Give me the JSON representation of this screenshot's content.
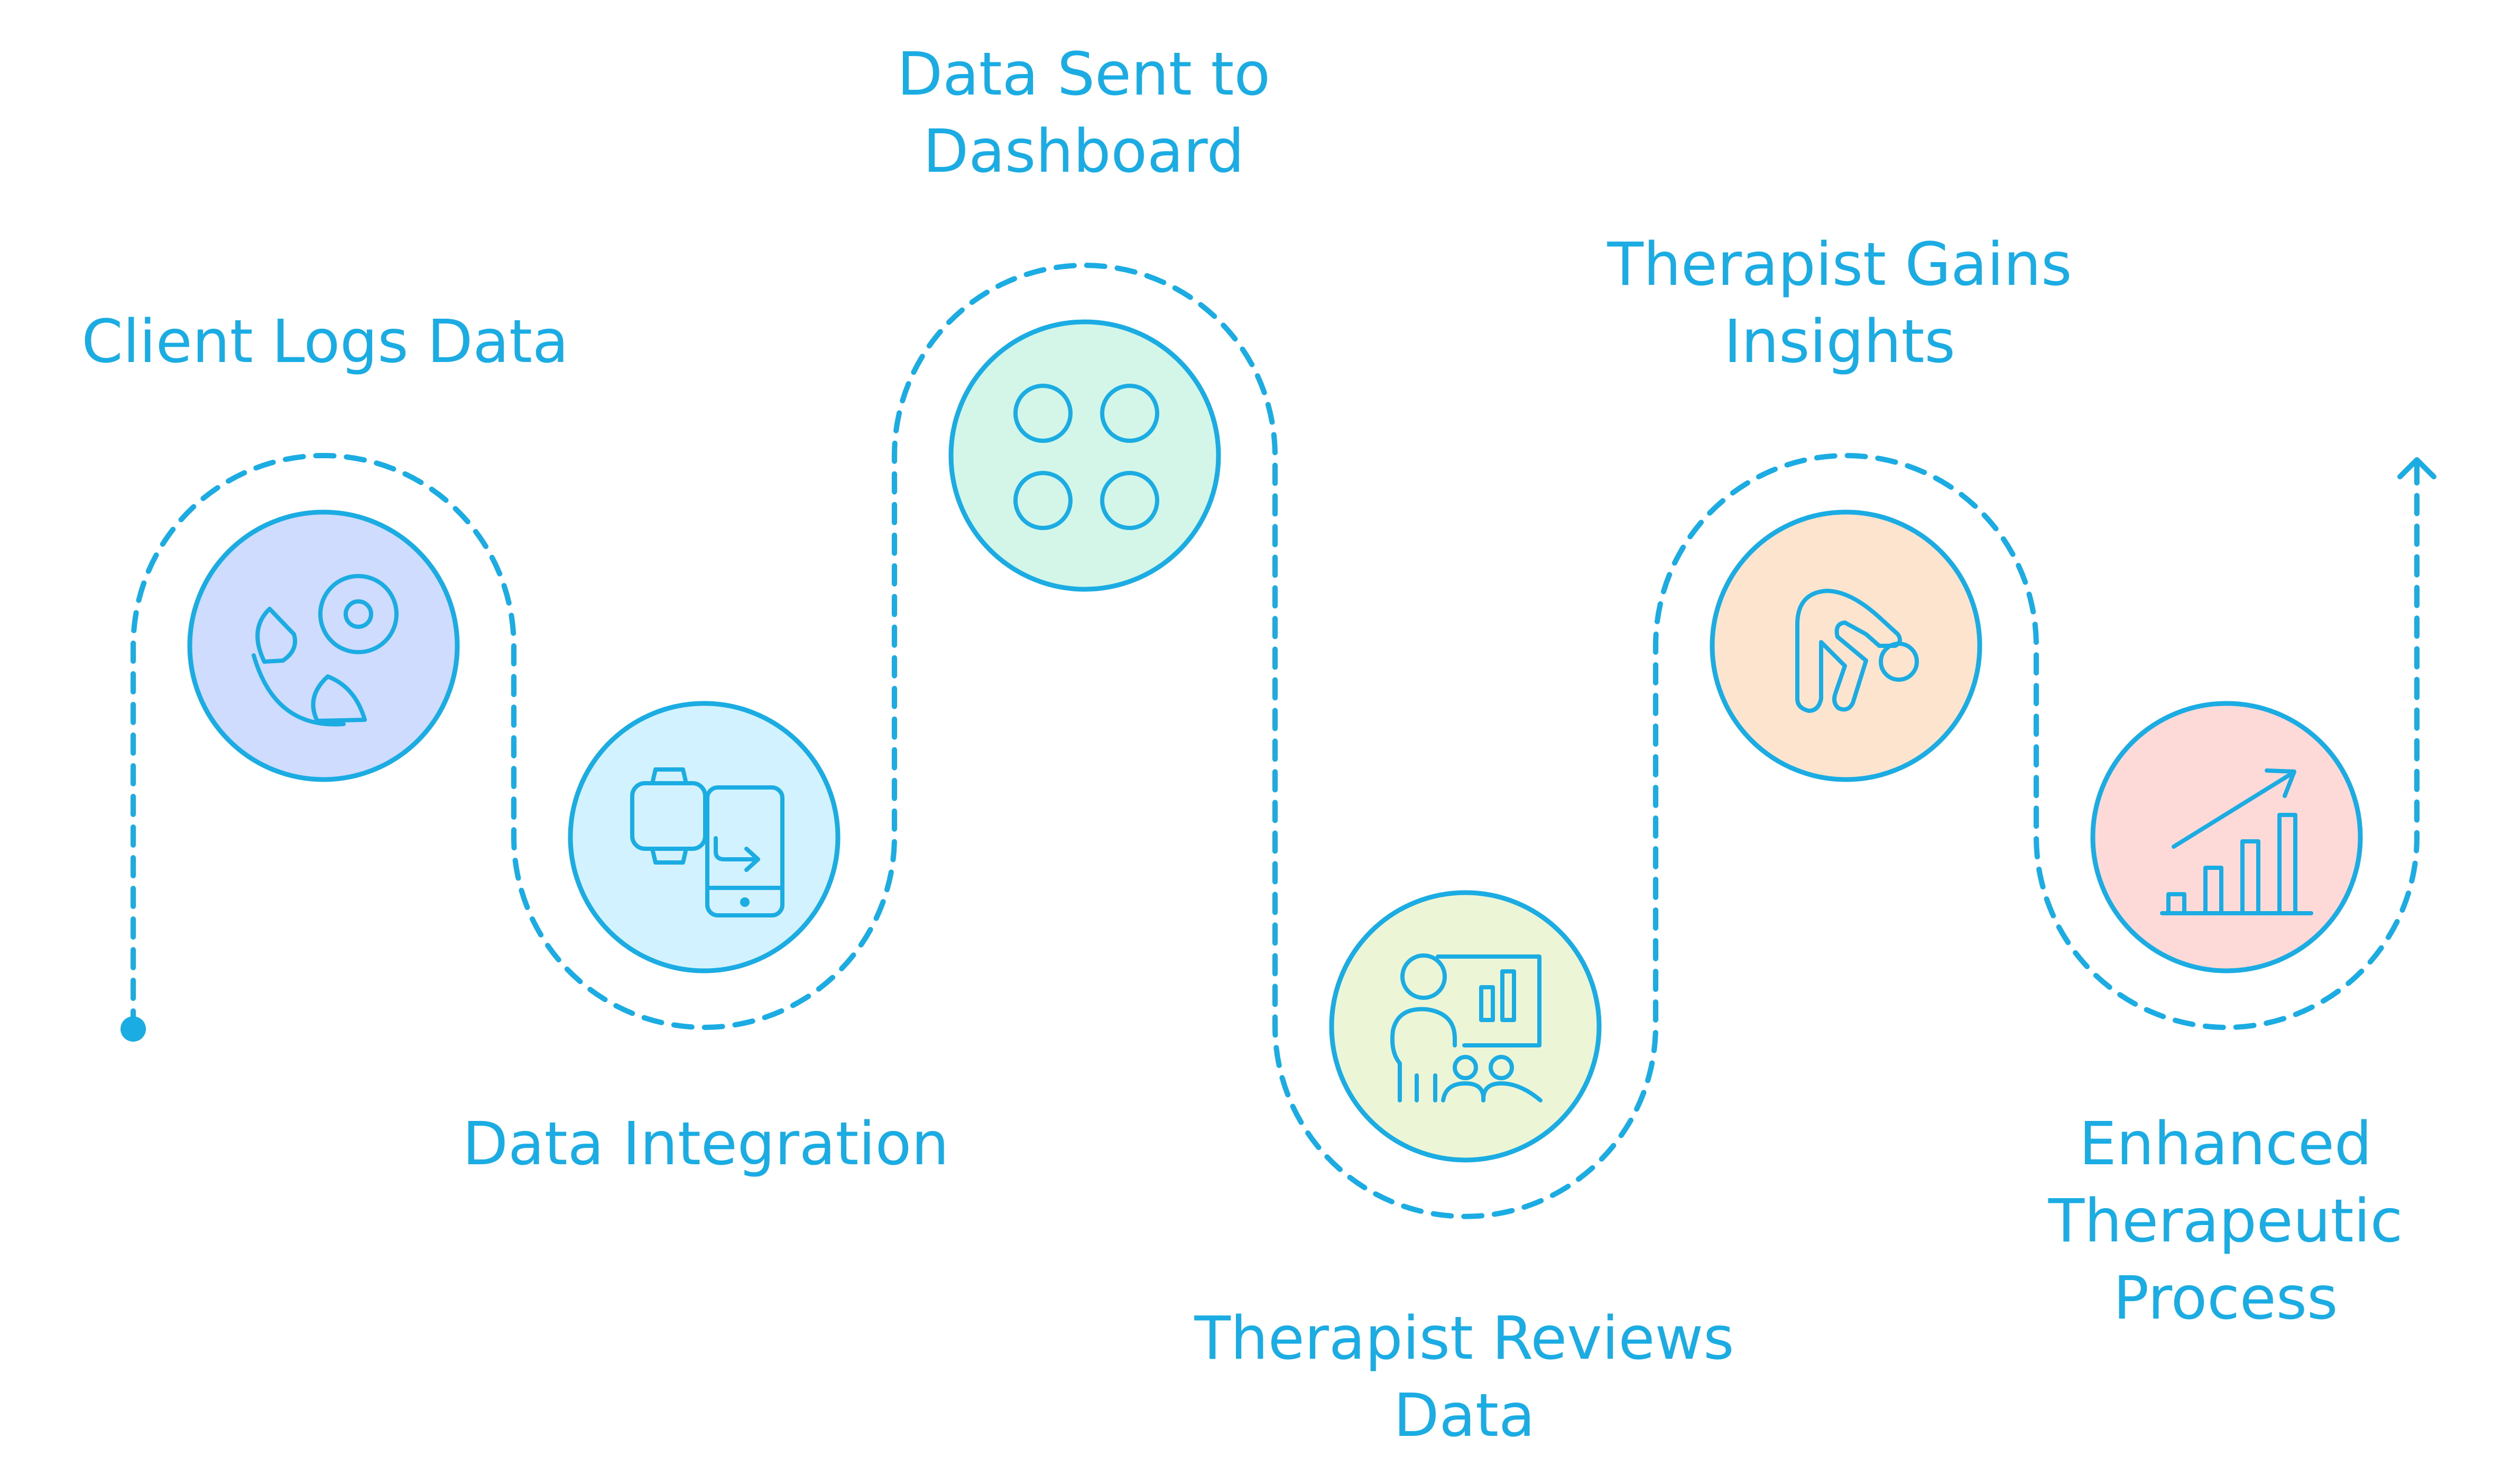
{
  "steps": [
    {
      "label_lines": [
        "Client Logs Data"
      ],
      "icon": "pie-chart-icon",
      "fill": "#cfdcfd"
    },
    {
      "label_lines": [
        "Data Integration"
      ],
      "icon": "smartwatch-to-phone-icon",
      "fill": "#d1f2fe"
    },
    {
      "label_lines": [
        "Data Sent to",
        "Dashboard"
      ],
      "icon": "dashboard-grid-icon",
      "fill": "#d4f6e9"
    },
    {
      "label_lines": [
        "Therapist Reviews",
        "Data"
      ],
      "icon": "presentation-icon",
      "fill": "#ecf6d7"
    },
    {
      "label_lines": [
        "Therapist Gains",
        "Insights"
      ],
      "icon": "stretching-person-icon",
      "fill": "#fde4cf"
    },
    {
      "label_lines": [
        "Enhanced",
        "Therapeutic",
        "Process"
      ],
      "icon": "growth-chart-icon",
      "fill": "#fdd9d7"
    }
  ],
  "colors": {
    "stroke": "#1aace2",
    "text": "#1aace2"
  }
}
